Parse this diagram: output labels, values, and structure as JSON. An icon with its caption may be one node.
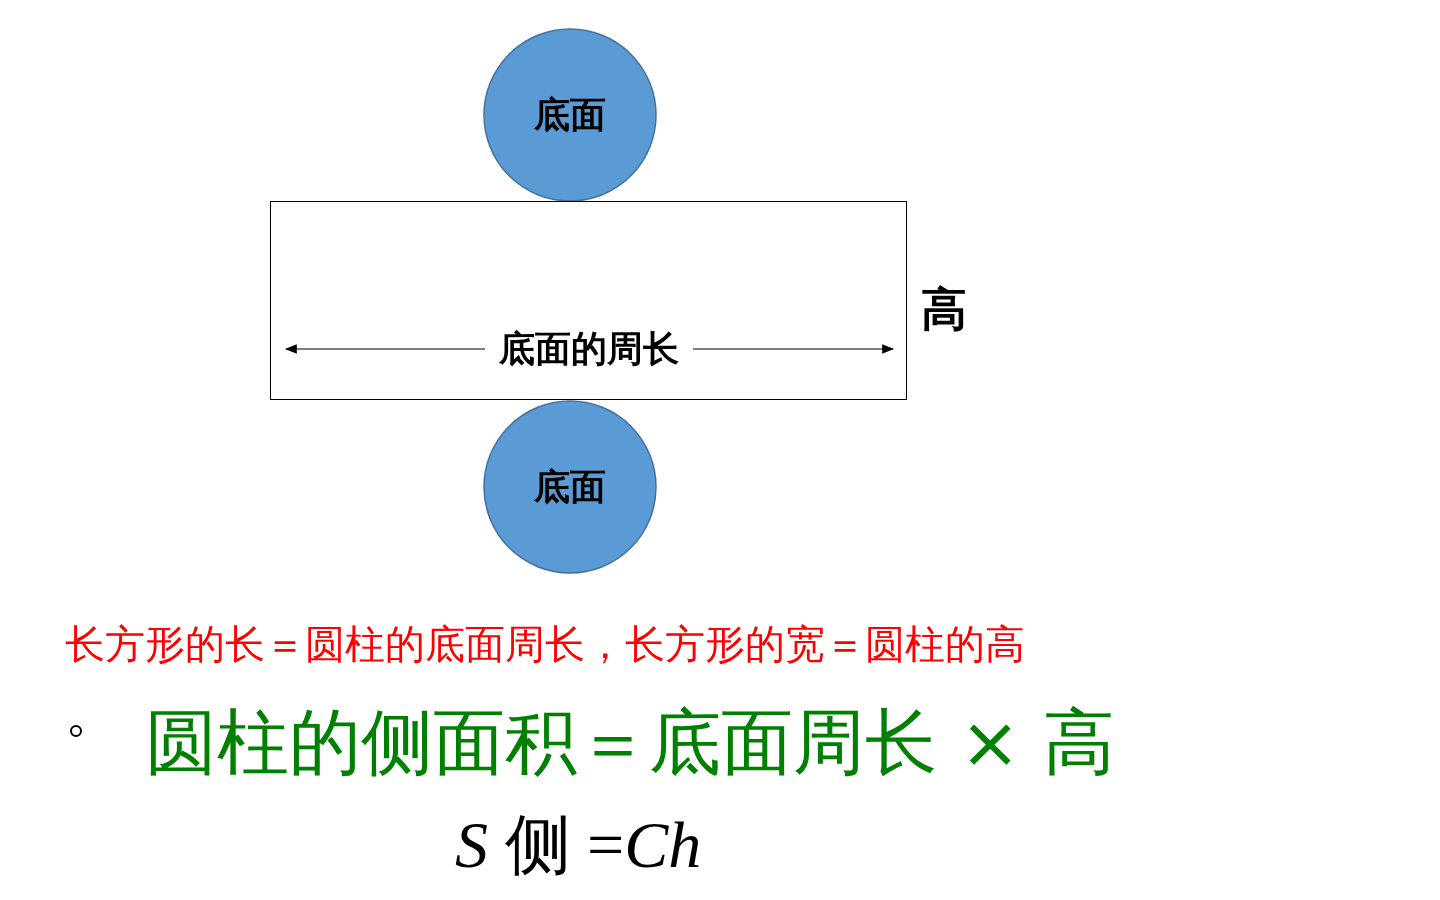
{
  "diagram": {
    "nodes": [
      {
        "text": [
          "底面"
        ]
      },
      {
        "text": [
          "底面的周长"
        ],
        "beside": [
          "高"
        ]
      },
      {
        "text": [
          "底面"
        ]
      }
    ],
    "labels": [
      "长方形的长＝圆柱的底面周长，长方形的宽＝圆柱的高",
      "圆柱的侧面积＝底面周长 × 高",
      "*S* 侧 =*Ch*"
    ]
  }
}
